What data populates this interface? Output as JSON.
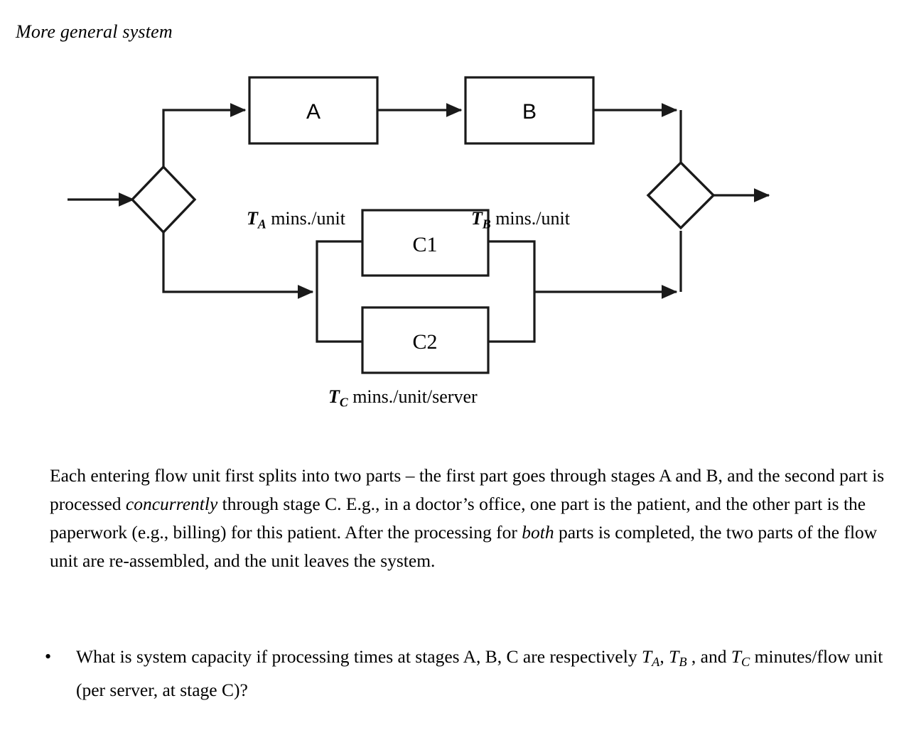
{
  "slide": {
    "title": "More general system"
  },
  "diagram": {
    "type": "process-flow",
    "nodes": [
      {
        "id": "split",
        "shape": "diamond",
        "label": ""
      },
      {
        "id": "A",
        "shape": "rect",
        "label": "A"
      },
      {
        "id": "B",
        "shape": "rect",
        "label": "B"
      },
      {
        "id": "C1",
        "shape": "rect",
        "label": "C1"
      },
      {
        "id": "C2",
        "shape": "rect",
        "label": "C2"
      },
      {
        "id": "merge",
        "shape": "diamond",
        "label": ""
      }
    ],
    "captions": {
      "a_time": {
        "symbol": "T",
        "subscript": "A",
        "text": "mins./unit"
      },
      "b_time": {
        "symbol": "T",
        "subscript": "B",
        "text": "mins./unit"
      },
      "c_time": {
        "symbol": "T",
        "subscript": "C",
        "text": "mins./unit/server"
      }
    },
    "stroke_color": "#1a1a1a"
  },
  "paragraph": {
    "part1": "Each entering flow unit first splits into two parts – the first part goes through stages A and B, and the second part is processed ",
    "emphasis1": "concurrently",
    "part2": " through stage C. E.g., in a doctor’s office, one part is the patient, and the other part is the paperwork (e.g., billing) for this patient. After the processing for ",
    "emphasis2": "both",
    "part3": " parts is completed, the two parts of the flow unit are re-assembled, and the unit leaves the system."
  },
  "bullet": {
    "marker": "•",
    "text_1": "What is system capacity if processing times at stages A, B, C are respectively ",
    "var_a": "T",
    "var_a_sub": "A",
    "sep_1": ", ",
    "var_b": "T",
    "var_b_sub": "B",
    "sep_2": " , and ",
    "var_c": "T",
    "var_c_sub": "C",
    "text_2": " minutes/flow unit (per server, at stage C)?"
  }
}
